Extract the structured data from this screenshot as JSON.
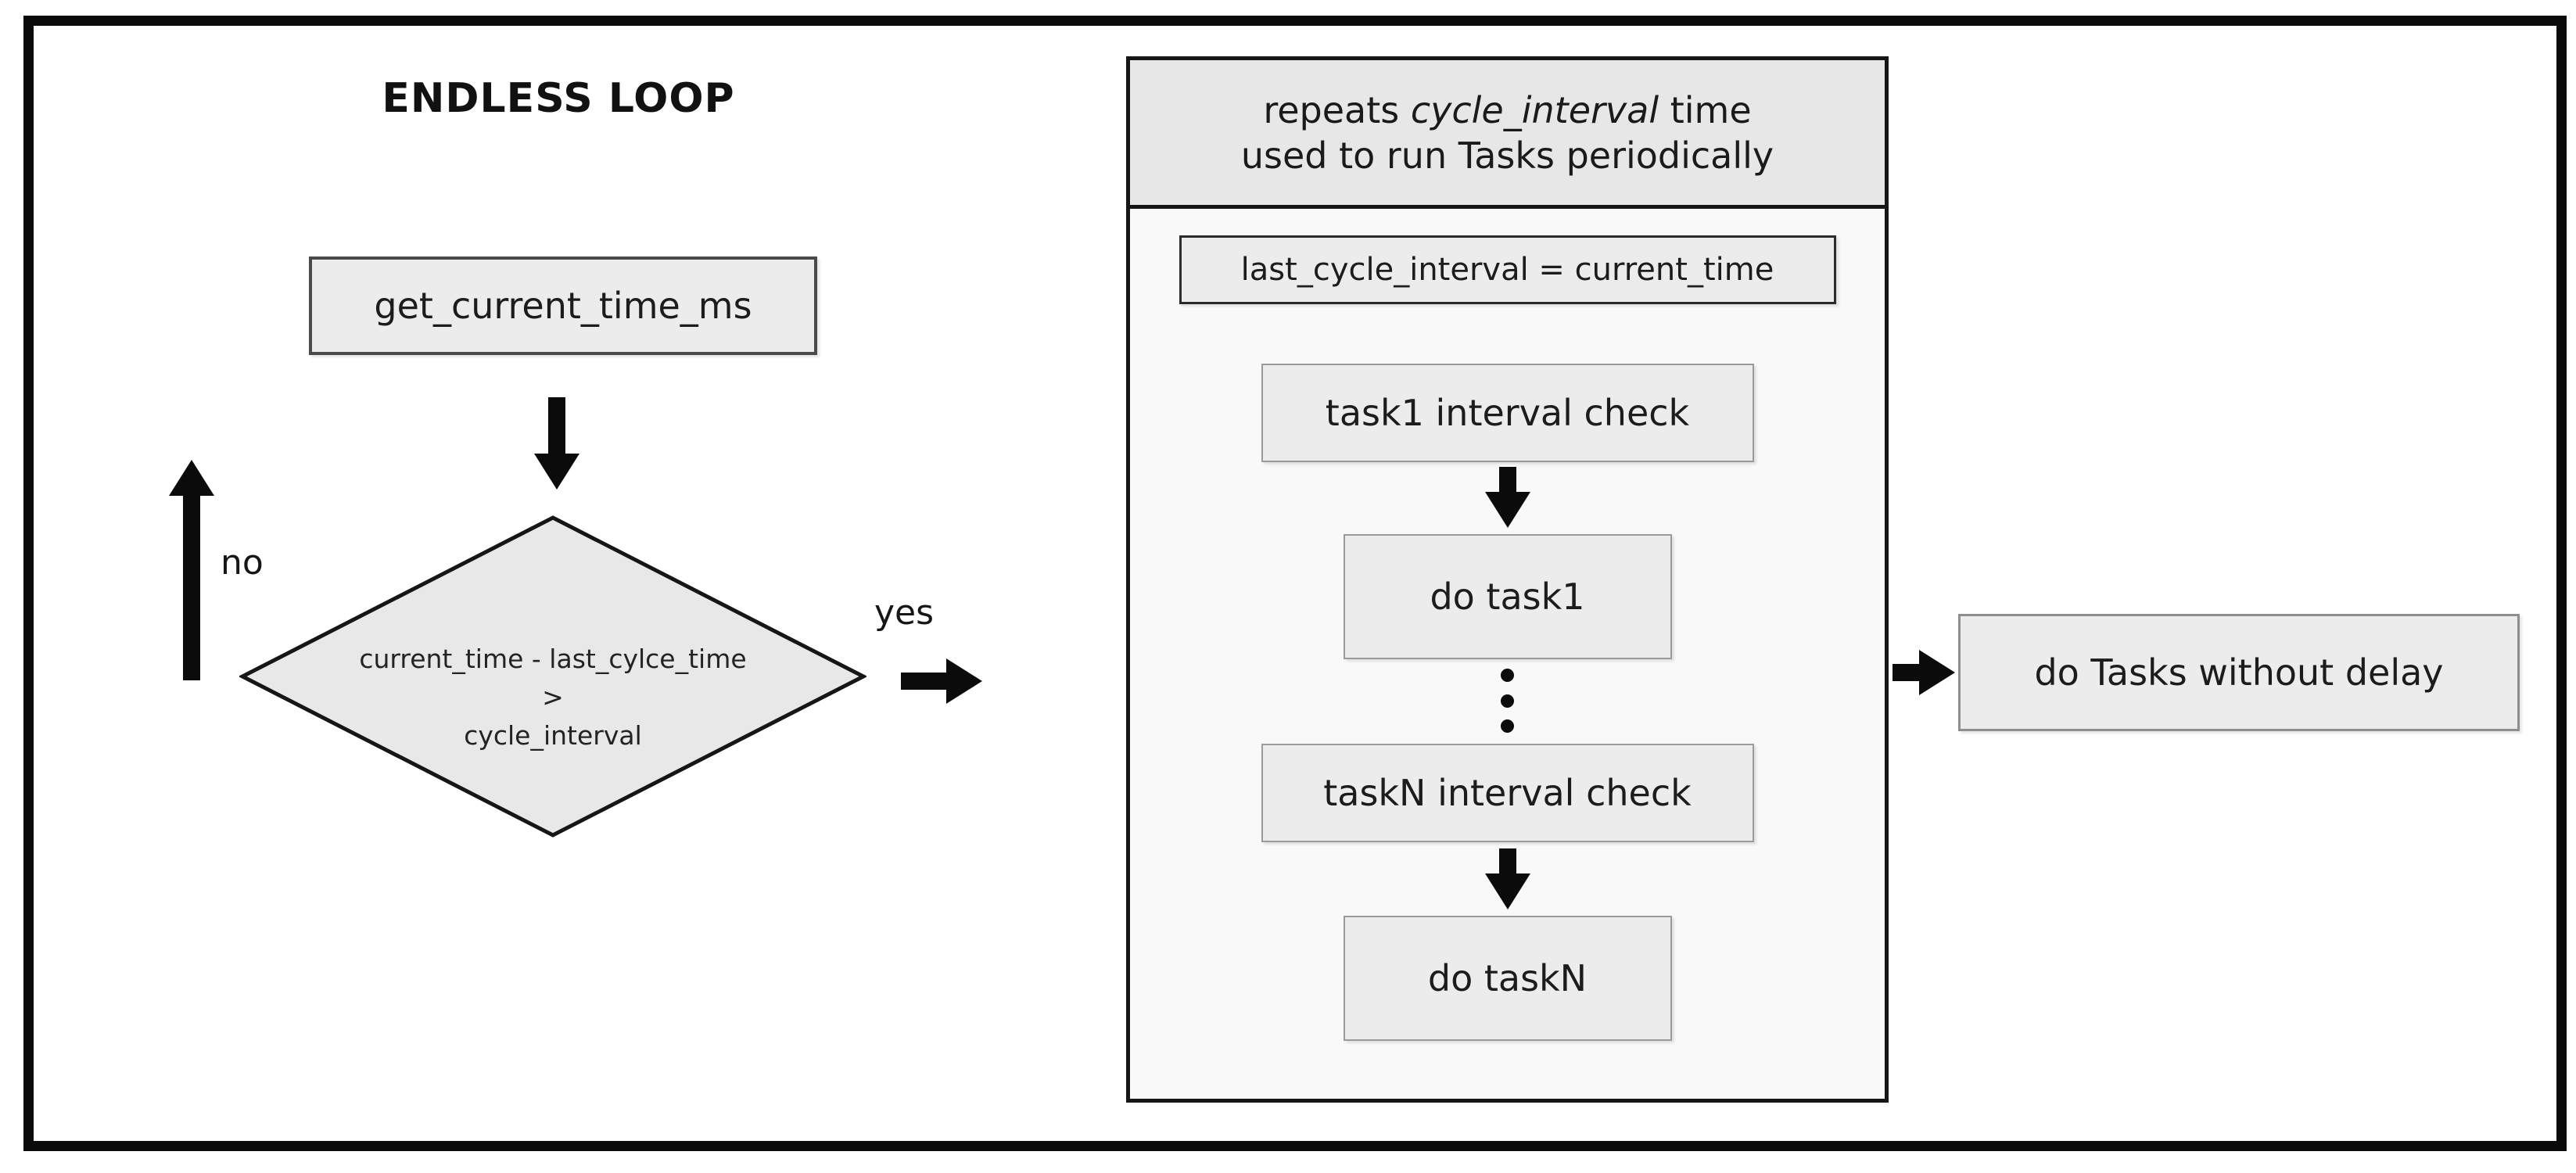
{
  "title": "ENDLESS LOOP",
  "left_flow": {
    "get_time_box": "get_current_time_ms",
    "decision": {
      "line1": "current_time - last_cylce_time",
      "operator": ">",
      "line3": "cycle_interval"
    },
    "no_label": "no",
    "yes_label": "yes"
  },
  "loop_panel": {
    "header": {
      "line1_pre": "repeats ",
      "line1_italic": "cycle_interval",
      "line1_post": " time",
      "line2": "used to run Tasks periodically"
    },
    "assign_box": "last_cycle_interval = current_time",
    "task1_check_box": "task1 interval check",
    "do_task1_box": "do task1",
    "taskN_check_box": "taskN interval check",
    "do_taskN_box": "do taskN"
  },
  "result_box": "do Tasks without delay",
  "colors": {
    "box_fill": "#ececec",
    "panel_fill": "#f9f9f9",
    "header_fill": "#e7e7e7",
    "diamond_fill": "#e8e8e8",
    "border_dark": "#161616",
    "border_gray": "#9a9a9a",
    "arrow_black": "#0b0b0b"
  }
}
